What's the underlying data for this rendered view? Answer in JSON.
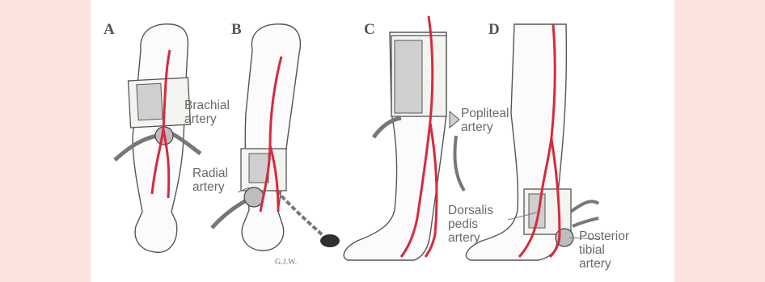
{
  "panels": {
    "a": {
      "letter": "A",
      "label_line1": "Brachial",
      "label_line2": "artery"
    },
    "b": {
      "letter": "B",
      "label_line1": "Radial",
      "label_line2": "artery",
      "signature": "G.J.W."
    },
    "c": {
      "letter": "C",
      "label_line1": "Popliteal",
      "label_line2": "artery"
    },
    "d": {
      "letter": "D",
      "label1_line1": "Dorsalis",
      "label1_line2": "pedis",
      "label1_line3": "artery",
      "label2_line1": "Posterior",
      "label2_line2": "tibial",
      "label2_line3": "artery"
    }
  },
  "colors": {
    "page_background": "#fbe3df",
    "artery": "#d62a3e",
    "outline": "#555555",
    "cuff": "#f3f3f0"
  }
}
